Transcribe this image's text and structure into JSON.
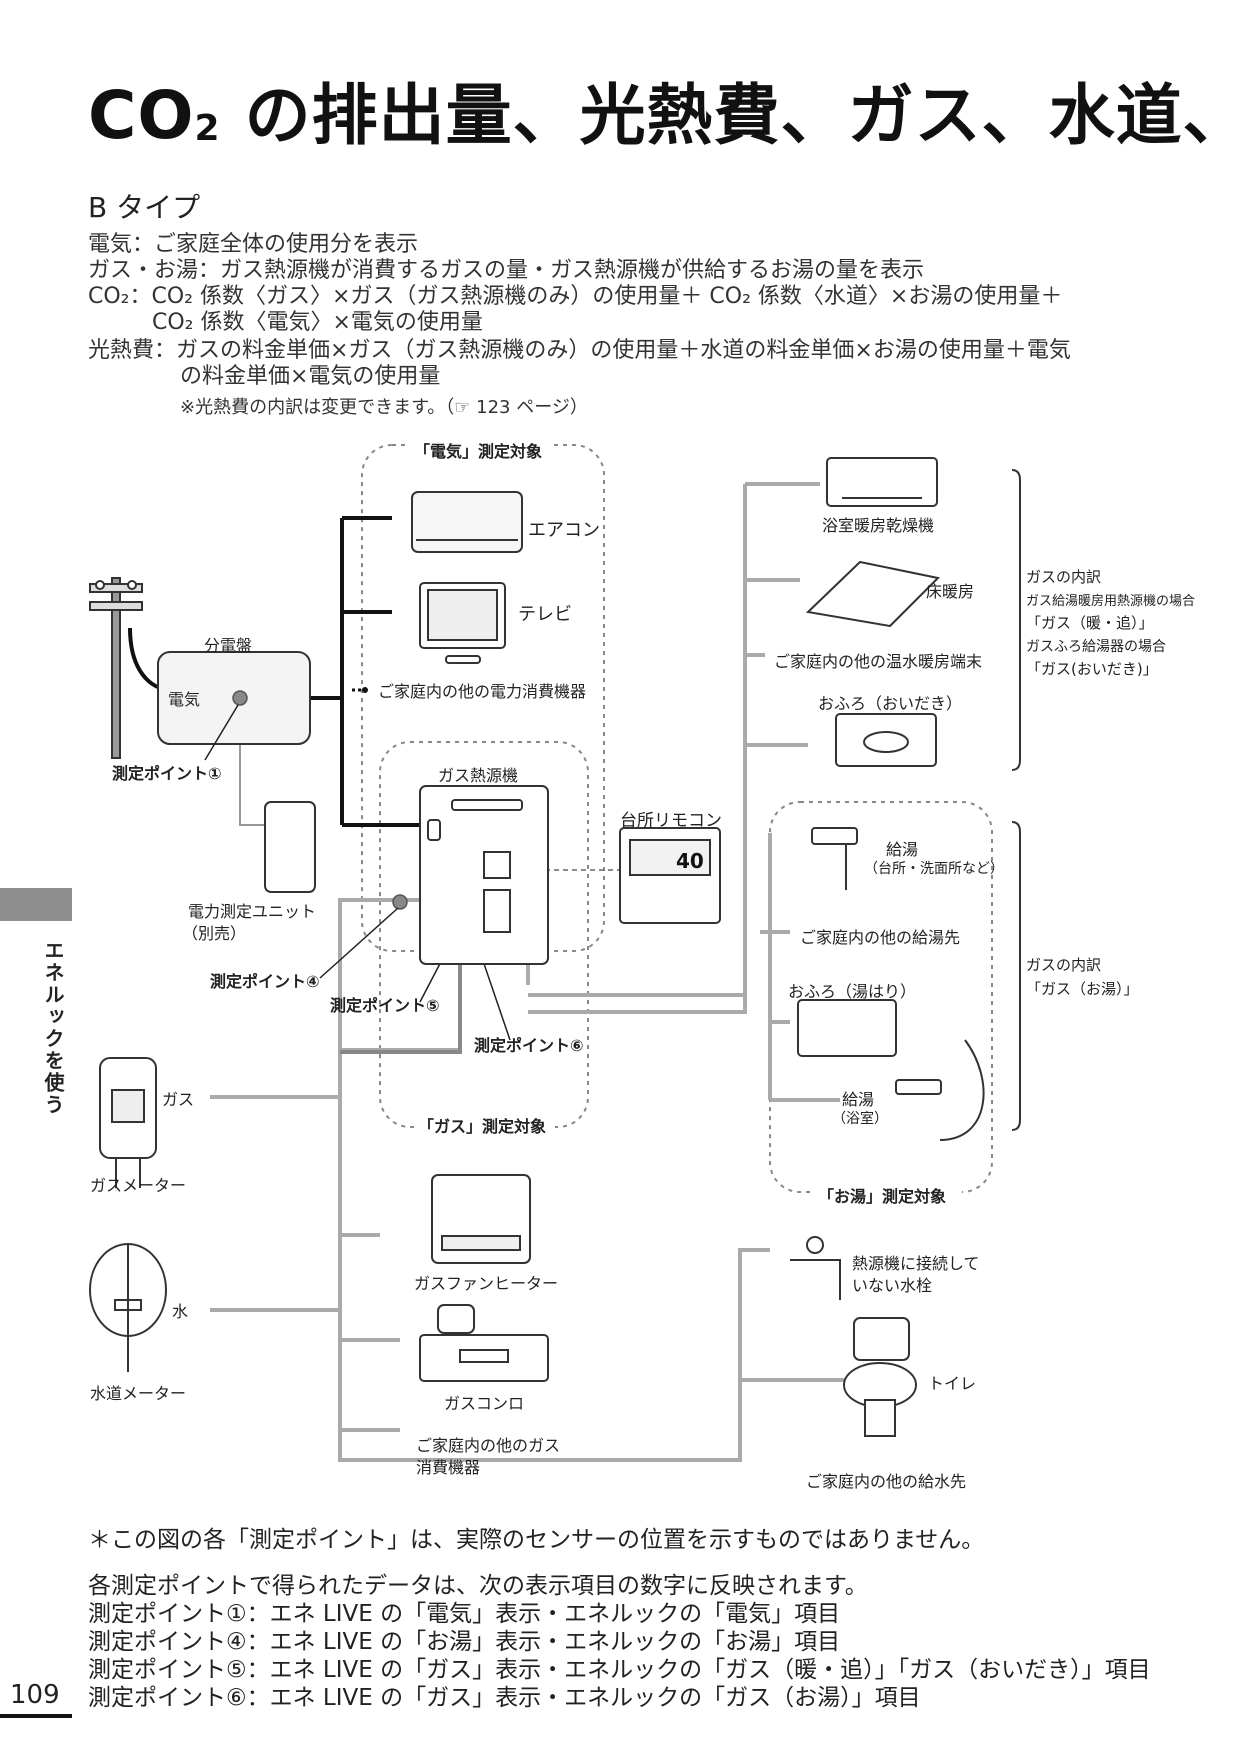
{
  "title": {
    "main_pre": "CO",
    "sub": "2",
    "main_post": " の排出量、光熱費、ガス、水道、"
  },
  "section": "B タイプ",
  "desc": {
    "l1": "電気：ご家庭全体の使用分を表示",
    "l2": "ガス・お湯：ガス熱源機が消費するガスの量・ガス熱源機が供給するお湯の量を表示",
    "l3": "CO₂：CO₂ 係数〈ガス〉×ガス（ガス熱源機のみ）の使用量＋ CO₂ 係数〈水道〉×お湯の使用量＋",
    "l4": "CO₂ 係数〈電気〉×電気の使用量",
    "l5": "光熱費：ガスの料金単価×ガス（ガス熱源機のみ）の使用量＋水道の料金単価×お湯の使用量＋電気",
    "l6": "の料金単価×電気の使用量",
    "l7": "※光熱費の内訳は変更できます。（☞ 123 ページ）"
  },
  "diagram": {
    "denki_target": "「電気」測定対象",
    "gas_target": "「ガス」測定対象",
    "oyu_target": "「お湯」測定対象",
    "aircon": "エアコン",
    "tv": "テレビ",
    "other_power": "ご家庭内の他の電力消費機器",
    "panel": "分電盤",
    "denki": "電気",
    "mp1": "測定ポイント①",
    "power_unit_1": "電力測定ユニット",
    "power_unit_2": "（別売）",
    "gas_heater": "ガス熱源機",
    "remote": "台所リモコン",
    "remote_temp": "40",
    "mp4": "測定ポイント④",
    "mp5": "測定ポイント⑤",
    "mp6": "測定ポイント⑥",
    "gas": "ガス",
    "gas_meter": "ガスメーター",
    "water": "水",
    "water_meter": "水道メーター",
    "bath_dryer": "浴室暖房乾燥機",
    "floor_heat": "床暖房",
    "other_hydronic": "ご家庭内の他の温水暖房端末",
    "ofuro_oidaki": "おふろ（おいだき）",
    "gas_breakdown_a1": "ガスの内訳",
    "gas_breakdown_a2": "ガス給湯暖房用熱源機の場合",
    "gas_breakdown_a3": "「ガス（暖・追）」",
    "gas_breakdown_a4": "ガスふろ給湯器の場合",
    "gas_breakdown_a5": "「ガス(おいだき)」",
    "kyuto_1": "給湯",
    "kyuto_1_sub": "（台所・洗面所など）",
    "other_hot": "ご家庭内の他の給湯先",
    "ofuro_yuhari": "おふろ（湯はり）",
    "kyuto_2": "給湯",
    "kyuto_2_sub": "（浴室）",
    "gas_breakdown_b1": "ガスの内訳",
    "gas_breakdown_b2": "「ガス（お湯）」",
    "fan_heater": "ガスファンヒーター",
    "stove": "ガスコンロ",
    "other_gas_1": "ご家庭内の他のガス",
    "other_gas_2": "消費機器",
    "tap_1": "熱源機に接続して",
    "tap_2": "いない水栓",
    "toilet": "トイレ",
    "other_water": "ご家庭内の他の給水先"
  },
  "notes": {
    "n0": "＊この図の各「測定ポイント」は、実際のセンサーの位置を示すものではありません。",
    "n1": "各測定ポイントで得られたデータは、次の表示項目の数字に反映されます。",
    "n2": "測定ポイント①：エネ LIVE の「電気」表示・エネルックの「電気」項目",
    "n3": "測定ポイント④：エネ LIVE の「お湯」表示・エネルックの「お湯」項目",
    "n4": "測定ポイント⑤：エネ LIVE の「ガス」表示・エネルックの「ガス（暖・追）」「ガス（おいだき）」項目",
    "n5": "測定ポイント⑥：エネ LIVE の「ガス」表示・エネルックの「ガス（お湯）」項目"
  },
  "side_tab": "エネルックを使う",
  "page_number": "109"
}
